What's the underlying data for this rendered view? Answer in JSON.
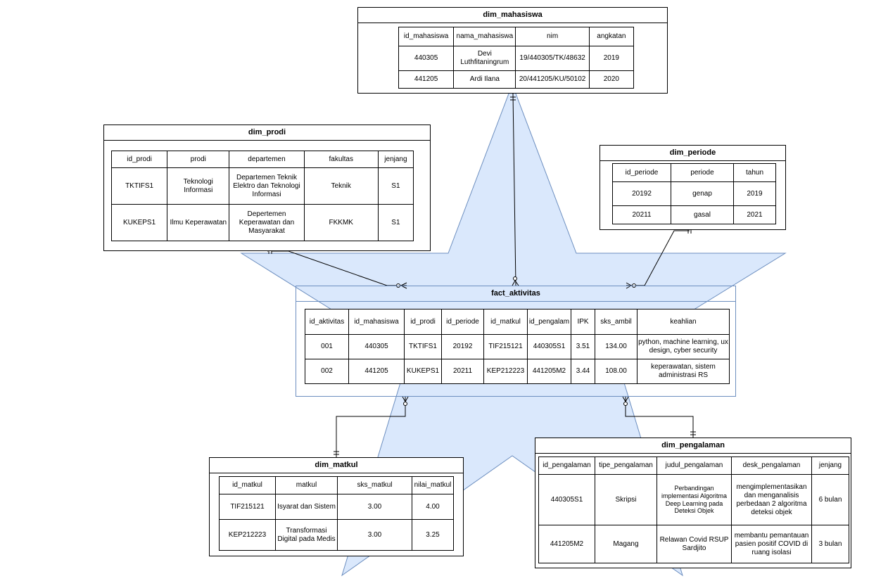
{
  "colors": {
    "star_fill": "#dae8fc",
    "star_stroke": "#6c8ebf",
    "line": "#000000"
  },
  "dim_mahasiswa": {
    "title": "dim_mahasiswa",
    "columns": [
      "id_mahasiswa",
      "nama_mahasiswa",
      "nim",
      "angkatan"
    ],
    "rows": [
      [
        "440305",
        "Devi Luthfitaningrum",
        "19/440305/TK/48632",
        "2019"
      ],
      [
        "441205",
        "Ardi Ilana",
        "20/441205/KU/50102",
        "2020"
      ]
    ]
  },
  "dim_prodi": {
    "title": "dim_prodi",
    "columns": [
      "id_prodi",
      "prodi",
      "departemen",
      "fakultas",
      "jenjang"
    ],
    "rows": [
      [
        "TKTIFS1",
        "Teknologi Informasi",
        "Departemen Teknik Elektro dan Teknologi Informasi",
        "Teknik",
        "S1"
      ],
      [
        "KUKEPS1",
        "Ilmu Keperawatan",
        "Depertemen Keperawatan dan Masyarakat",
        "FKKMK",
        "S1"
      ]
    ]
  },
  "dim_periode": {
    "title": "dim_periode",
    "columns": [
      "id_periode",
      "periode",
      "tahun"
    ],
    "rows": [
      [
        "20192",
        "genap",
        "2019"
      ],
      [
        "20211",
        "gasal",
        "2021"
      ]
    ]
  },
  "fact_aktivitas": {
    "title": "fact_aktivitas",
    "columns": [
      "id_aktivitas",
      "id_mahasiswa",
      "id_prodi",
      "id_periode",
      "id_matkul",
      "id_pengalam",
      "IPK",
      "sks_ambil",
      "keahlian"
    ],
    "rows": [
      [
        "001",
        "440305",
        "TKTIFS1",
        "20192",
        "TIF215121",
        "440305S1",
        "3.51",
        "134.00",
        "python, machine learning, ux design, cyber security"
      ],
      [
        "002",
        "441205",
        "KUKEPS1",
        "20211",
        "KEP212223",
        "441205M2",
        "3.44",
        "108.00",
        "keperawatan, sistem administrasi RS"
      ]
    ]
  },
  "dim_matkul": {
    "title": "dim_matkul",
    "columns": [
      "id_matkul",
      "matkul",
      "sks_matkul",
      "nilai_matkul"
    ],
    "rows": [
      [
        "TIF215121",
        "Isyarat dan Sistem",
        "3.00",
        "4.00"
      ],
      [
        "KEP212223",
        "Transformasi Digital pada Medis",
        "3.00",
        "3.25"
      ]
    ]
  },
  "dim_pengalaman": {
    "title": "dim_pengalaman",
    "columns": [
      "id_pengalaman",
      "tipe_pengalaman",
      "judul_pengalaman",
      "desk_pengalaman",
      "jenjang"
    ],
    "rows": [
      [
        "440305S1",
        "Skripsi",
        "Perbandingan implementasi Algoritma Deep Learning pada Deteksi Objek",
        "mengimplementasikan dan menganalisis perbedaan 2 algoritma deteksi objek",
        "6 bulan"
      ],
      [
        "441205M2",
        "Magang",
        "Relawan Covid RSUP Sardjito",
        "membantu pemantauan pasien positif COVID di ruang isolasi",
        "3 bulan"
      ]
    ]
  }
}
